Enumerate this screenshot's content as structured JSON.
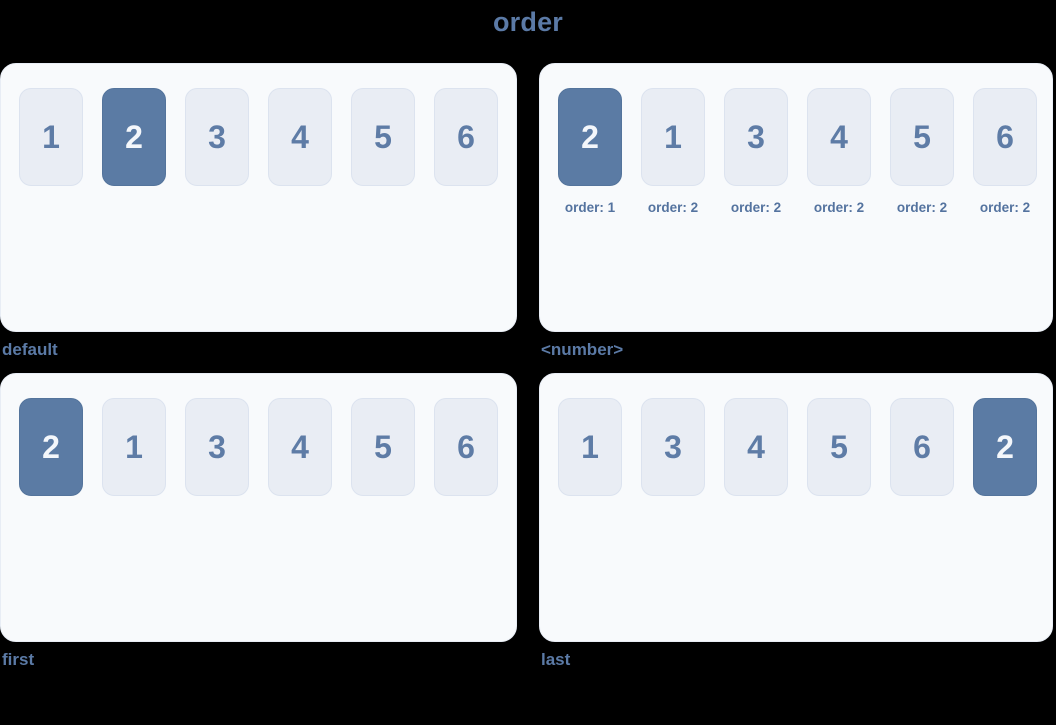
{
  "page": {
    "title": "order",
    "background_color": "#000000"
  },
  "colors": {
    "accent_blue": "#5b7ba4",
    "panel_background": "#f8fafc",
    "card_background": "#e9edf4",
    "card_border": "#dce3ef",
    "text_slate": "#5b7aa6",
    "highlight_text": "#f4f7fb"
  },
  "panels": [
    {
      "caption": "default",
      "show_order_labels": false,
      "items": [
        {
          "value": "1",
          "highlight": false
        },
        {
          "value": "2",
          "highlight": true
        },
        {
          "value": "3",
          "highlight": false
        },
        {
          "value": "4",
          "highlight": false
        },
        {
          "value": "5",
          "highlight": false
        },
        {
          "value": "6",
          "highlight": false
        }
      ]
    },
    {
      "caption": "<number>",
      "show_order_labels": true,
      "items": [
        {
          "value": "2",
          "highlight": true,
          "order_label": "order: 1"
        },
        {
          "value": "1",
          "highlight": false,
          "order_label": "order: 2"
        },
        {
          "value": "3",
          "highlight": false,
          "order_label": "order: 2"
        },
        {
          "value": "4",
          "highlight": false,
          "order_label": "order: 2"
        },
        {
          "value": "5",
          "highlight": false,
          "order_label": "order: 2"
        },
        {
          "value": "6",
          "highlight": false,
          "order_label": "order: 2"
        }
      ]
    },
    {
      "caption": "first",
      "show_order_labels": false,
      "items": [
        {
          "value": "2",
          "highlight": true
        },
        {
          "value": "1",
          "highlight": false
        },
        {
          "value": "3",
          "highlight": false
        },
        {
          "value": "4",
          "highlight": false
        },
        {
          "value": "5",
          "highlight": false
        },
        {
          "value": "6",
          "highlight": false
        }
      ]
    },
    {
      "caption": "last",
      "show_order_labels": false,
      "items": [
        {
          "value": "1",
          "highlight": false
        },
        {
          "value": "3",
          "highlight": false
        },
        {
          "value": "4",
          "highlight": false
        },
        {
          "value": "5",
          "highlight": false
        },
        {
          "value": "6",
          "highlight": false
        },
        {
          "value": "2",
          "highlight": true
        }
      ]
    }
  ]
}
